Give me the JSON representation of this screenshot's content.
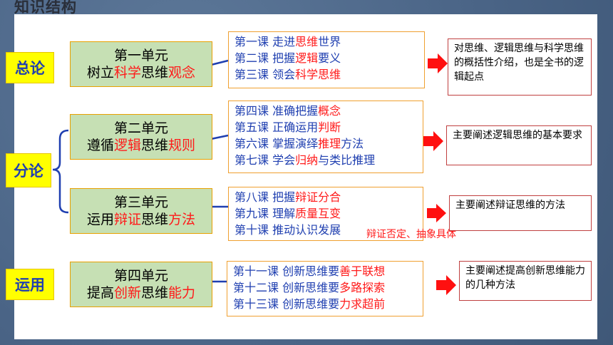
{
  "title": "知识结构",
  "sections": {
    "intro": "总论",
    "body": "分论",
    "apply": "运用"
  },
  "units": [
    {
      "name": "第一单元",
      "topic": [
        {
          "t": "树立",
          "c": "k"
        },
        {
          "t": "科学",
          "c": "r"
        },
        {
          "t": "思维",
          "c": "k"
        },
        {
          "t": "观念",
          "c": "r"
        }
      ],
      "lessons": [
        [
          {
            "t": "第一课 走进",
            "c": "b"
          },
          {
            "t": "思维",
            "c": "r"
          },
          {
            "t": "世界",
            "c": "b"
          }
        ],
        [
          {
            "t": "第二课 把握",
            "c": "b"
          },
          {
            "t": "逻辑",
            "c": "r"
          },
          {
            "t": "要义",
            "c": "b"
          }
        ],
        [
          {
            "t": "第三课 领会",
            "c": "b"
          },
          {
            "t": "科学思维",
            "c": "r"
          }
        ]
      ],
      "desc": "对思维、逻辑思维与科学思维的概括性介绍，也是全书的逻辑起点"
    },
    {
      "name": "第二单元",
      "topic": [
        {
          "t": "遵循",
          "c": "k"
        },
        {
          "t": "逻辑",
          "c": "r"
        },
        {
          "t": "思维",
          "c": "k"
        },
        {
          "t": "规则",
          "c": "r"
        }
      ],
      "lessons": [
        [
          {
            "t": "第四课 准确把握",
            "c": "b"
          },
          {
            "t": "概念",
            "c": "r"
          }
        ],
        [
          {
            "t": "第五课 正确运用",
            "c": "b"
          },
          {
            "t": "判断",
            "c": "r"
          }
        ],
        [
          {
            "t": "第六课 掌握演绎",
            "c": "b"
          },
          {
            "t": "推理",
            "c": "r"
          },
          {
            "t": "方法",
            "c": "b"
          }
        ],
        [
          {
            "t": "第七课 学会",
            "c": "b"
          },
          {
            "t": "归纳",
            "c": "r"
          },
          {
            "t": "与类比推理",
            "c": "b"
          }
        ]
      ],
      "desc": "主要阐述逻辑思维的基本要求"
    },
    {
      "name": "第三单元",
      "topic": [
        {
          "t": "运用",
          "c": "k"
        },
        {
          "t": "辩证",
          "c": "r"
        },
        {
          "t": "思维",
          "c": "k"
        },
        {
          "t": "方法",
          "c": "r"
        }
      ],
      "lessons": [
        [
          {
            "t": "第八课 把握",
            "c": "b"
          },
          {
            "t": "辩证分合",
            "c": "r"
          }
        ],
        [
          {
            "t": "第九课 理解",
            "c": "b"
          },
          {
            "t": "质量互变",
            "c": "r"
          }
        ],
        [
          {
            "t": "第十课 推动认识发展",
            "c": "b"
          }
        ]
      ],
      "note": "辩证否定、抽象具体",
      "desc": "主要阐述辩证思维的方法"
    },
    {
      "name": "第四单元",
      "topic": [
        {
          "t": "提高",
          "c": "k"
        },
        {
          "t": "创新",
          "c": "r"
        },
        {
          "t": "思维",
          "c": "k"
        },
        {
          "t": "能力",
          "c": "r"
        }
      ],
      "lessons": [
        [
          {
            "t": "第十一课 创新思维要",
            "c": "b"
          },
          {
            "t": "善于联想",
            "c": "r"
          }
        ],
        [
          {
            "t": "第十二课 创新思维要",
            "c": "b"
          },
          {
            "t": "多路探索",
            "c": "r"
          }
        ],
        [
          {
            "t": "第十三课 创新思维要",
            "c": "b"
          },
          {
            "t": "力求超前",
            "c": "r"
          }
        ]
      ],
      "desc": "主要阐述提高创新思维能力的几种方法"
    }
  ],
  "colors": {
    "accent_red": "#ff1a1a",
    "lesson_blue": "#1f3fb0",
    "unit_green": "#c6e0b4",
    "label_yellow": "#ffff00"
  }
}
